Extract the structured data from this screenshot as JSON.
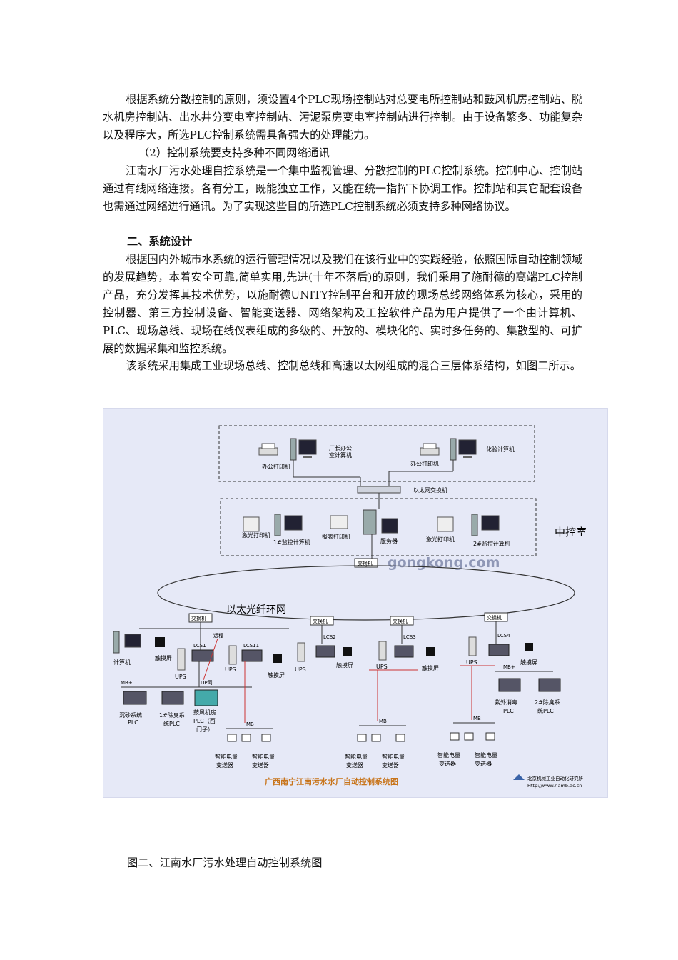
{
  "body": {
    "p1": "根据系统分散控制的原则，须设置4个PLC现场控制站对总变电所控制站和鼓风机房控制站、脱水机房控制站、出水井分变电室控制站、污泥泵房变电室控制站进行控制。由于设备繁多、功能复杂以及程序大，所选PLC控制系统需具备强大的处理能力。",
    "p2": "（2）控制系统要支持多种不同网络通讯",
    "p3": "江南水厂污水处理自控系统是一个集中监视管理、分散控制的PLC控制系统。控制中心、控制站通过有线网络连接。各有分工，既能独立工作，又能在统一指挥下协调工作。控制站和其它配套设备也需通过网络进行通讯。为了实现这些目的所选PLC控制系统必须支持多种网络协议。",
    "heading": "二、系统设计",
    "p4": "根据国内外城市水系统的运行管理情况以及我们在该行业中的实践经验，依照国际自动控制领域的发展趋势，本着安全可靠,简单实用,先进(十年不落后)的原则，我们采用了施耐德的高端PLC控制产品，充分发挥其技术优势，以施耐德UNITY控制平台和开放的现场总线网络体系为核心，采用的控制器、第三方控制设备、智能变送器、网络架构及工控软件产品为用户提供了一个由计算机、PLC、现场总线、现场在线仪表组成的多级的、开放的、模块化的、实时多任务的、集散型的、可扩展的数据采集和监控系统。",
    "p5": "该系统采用集成工业现场总线、控制总线和高速以太网组成的混合三层体系结构，如图二所示。"
  },
  "figure": {
    "office": {
      "pc1": "厂长办公",
      "pc1b": "室计算机",
      "printer1": "办公打印机",
      "printer2": "办公打印机",
      "pc2": "化验计算机"
    },
    "eth_switch": "以太网交换机",
    "control_room": {
      "label": "中控室",
      "laser1": "激光打印机",
      "mon1": "1#监控计算机",
      "report_printer": "报表打印机",
      "server": "服务器",
      "laser2": "激光打印机",
      "mon2": "2#监控计算机",
      "switch": "交换机"
    },
    "watermark": "gongkong.com",
    "ring_label": "以太光纤环网",
    "switch_label": "交换机",
    "stations": {
      "lcs1": "LCS1",
      "lcs11": "LCS11",
      "lcs2": "LCS2",
      "lcs3": "LCS3",
      "lcs4": "LCS4"
    },
    "devices": {
      "computer": "计算机",
      "touch": "触摸屏",
      "ups": "UPS",
      "mbplus": "MB+",
      "mb": "MB",
      "dp": "DP网",
      "remote": "远程",
      "sand": "沉砂系统",
      "sand_b": "PLC",
      "deodor1": "1#除臭系",
      "deodor1_b": "统PLC",
      "blower": "鼓风机房",
      "blower_b": "PLC（西",
      "blower_c": "门子）",
      "uv": "紫外消毒",
      "uv_b": "PLC",
      "deodor2": "2#除臭系",
      "deodor2_b": "统PLC",
      "meter": "智能电量",
      "meter_b": "变送器"
    },
    "title": "广西南宁江南污水水厂自动控制系统图",
    "institute": "北京机械工业自动化研究所",
    "url": "Http://www.riamb.ac.cn"
  },
  "caption": "图二、江南水厂污水处理自动控制系统图"
}
